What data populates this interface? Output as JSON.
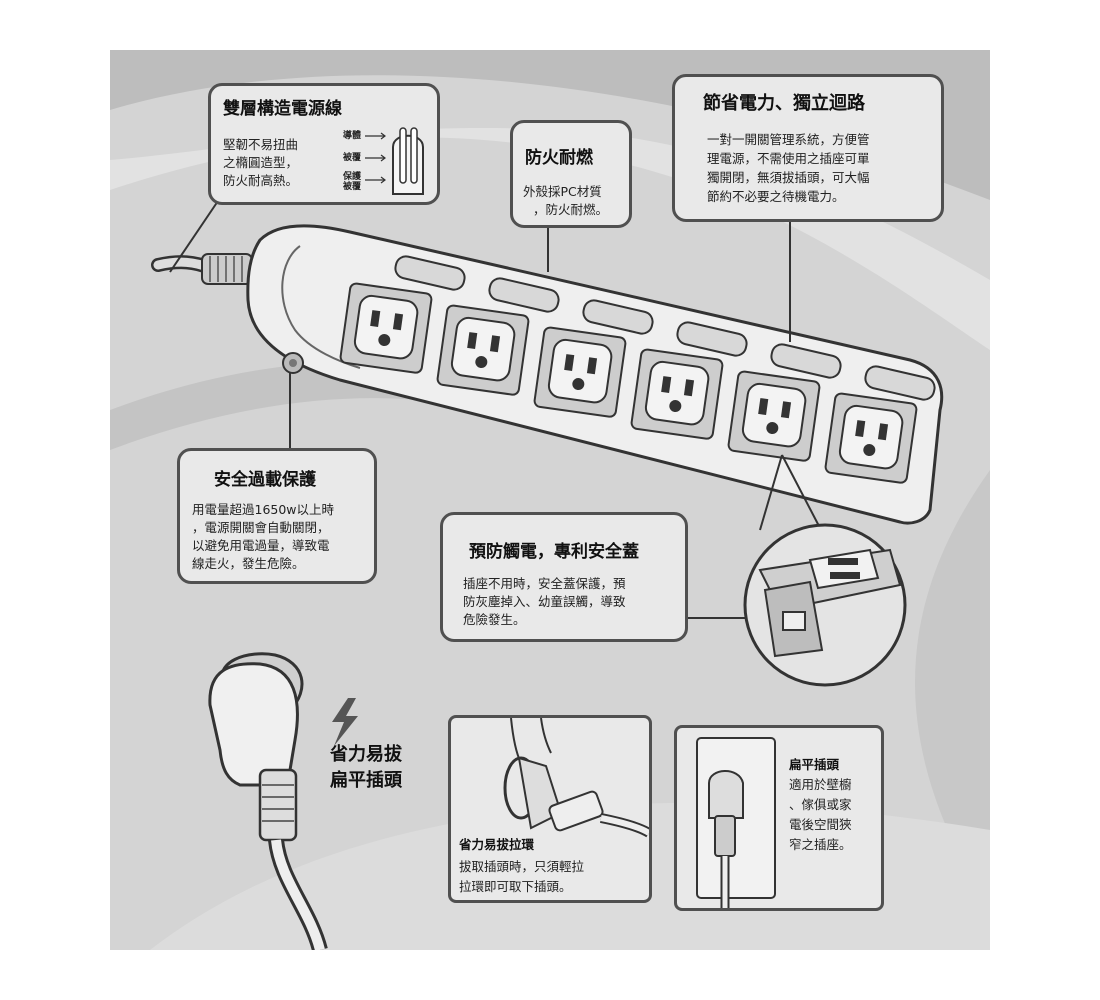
{
  "cord_callout": {
    "title": "雙層構造電源線",
    "lines": [
      "堅韌不易扭曲",
      "之橢圓造型，",
      "防火耐高熱。"
    ],
    "labels": {
      "conductor": "導體",
      "insulation": "被覆",
      "jacket_1": "保護",
      "jacket_2": "被覆"
    }
  },
  "fire_callout": {
    "title": "防火耐燃",
    "lines": [
      "外殼採PC材質",
      "，防火耐燃。"
    ]
  },
  "power_callout": {
    "title": "節省電力、獨立迴路",
    "lines": [
      "一對一開關管理系統，方便管",
      "理電源，不需使用之插座可單",
      "獨開閉，無須拔插頭，可大幅",
      "節約不必要之待機電力。"
    ]
  },
  "overload_callout": {
    "title": "安全過載保護",
    "lines": [
      "用電量超過1650w以上時",
      "，電源開關會自動關閉，",
      "以避免用電過量，導致電",
      "線走火，發生危險。"
    ]
  },
  "cover_callout": {
    "title": "預防觸電，專利安全蓋",
    "lines": [
      "插座不用時，安全蓋保護，預",
      "防灰塵掉入、幼童誤觸，導致",
      "危險發生。"
    ]
  },
  "plug_label": {
    "lines": [
      "省力易拔",
      "扁平插頭"
    ]
  },
  "pull_ring_box": {
    "title": "省力易拔拉環",
    "lines": [
      "拔取插頭時，只須輕拉",
      "拉環即可取下插頭。"
    ]
  },
  "flat_plug_box": {
    "title": "扁平插頭",
    "lines": [
      "適用於壁櫥",
      "、傢俱或家",
      "電後空間狹",
      "窄之插座。"
    ]
  },
  "colors": {
    "panel": "#d4d4d4",
    "callout_fill": "#e9e9e9",
    "border": "#505050",
    "product": "#efefef"
  }
}
